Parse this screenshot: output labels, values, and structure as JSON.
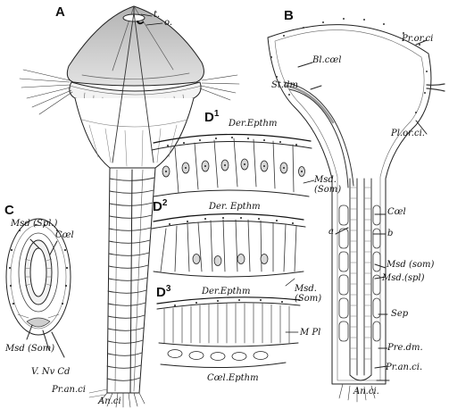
{
  "panels": {
    "a": "A",
    "b": "B",
    "c": "C",
    "d1": "D",
    "d2": "D",
    "d3": "D"
  },
  "panel_superscripts": {
    "d1": "1",
    "d2": "2",
    "d3": "3"
  },
  "labels": {
    "t": "t.",
    "o": "o.",
    "bl_coel": "Bl.cœl",
    "st_dm": "St.dm",
    "pr_or_ci": "Pr.or.ci",
    "pl_or_ci": "Pl.or.ci.",
    "der_epthm_1": "Der.Epthm",
    "der_epthm_2": "Der. Epthm",
    "der_epthm_3": "Der.Epthm",
    "msd_som_d1a": "Msd.",
    "msd_som_d1b": "(Som)",
    "msd_som_d3a": "Msd.",
    "msd_som_d3b": "(Som)",
    "msd_spl_c": "Msd (Spl.)",
    "coel_c": "Cœl",
    "msd_som_c": "Msd (Som)",
    "v_nv_cd": "V. Nv Cd",
    "pr_an_ci_c": "Pr.an.ci",
    "an_ci_a": "An.ci",
    "a": "a",
    "b": "b",
    "coel_b": "Cœl",
    "msd_som_b": "Msd (som)",
    "msd_spl_b": "Msd.(spl)",
    "sep": "Sep",
    "m_pl": "M Pl",
    "coel_epthm": "Cœl.Epthm",
    "pre_dm": "Pre.dm.",
    "pr_an_ci_b": "Pr.an.ci.",
    "an_ci_b": "An.ci."
  }
}
